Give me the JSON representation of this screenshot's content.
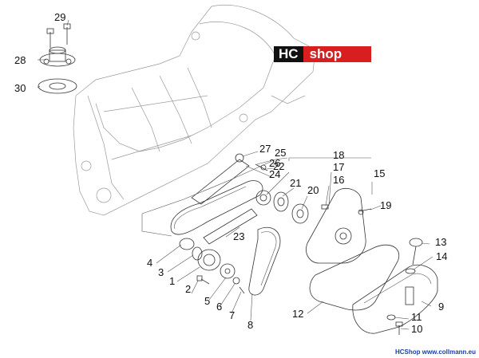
{
  "logo": {
    "left": "HC",
    "right": "shop"
  },
  "footer": "HCShop www.collmann.eu",
  "parts": {
    "p1": "1",
    "p2": "2",
    "p3": "3",
    "p4": "4",
    "p5": "5",
    "p6": "6",
    "p7": "7",
    "p8": "8",
    "p9": "9",
    "p10": "10",
    "p11": "11",
    "p12": "12",
    "p13": "13",
    "p14": "14",
    "p15": "15",
    "p16": "16",
    "p17": "17",
    "p18": "18",
    "p19": "19",
    "p20": "20",
    "p21": "21",
    "p22": "22",
    "p23": "23",
    "p24": "24",
    "p25": "25",
    "p26": "26",
    "p27": "27",
    "p28": "28",
    "p29": "29",
    "p30": "30"
  }
}
